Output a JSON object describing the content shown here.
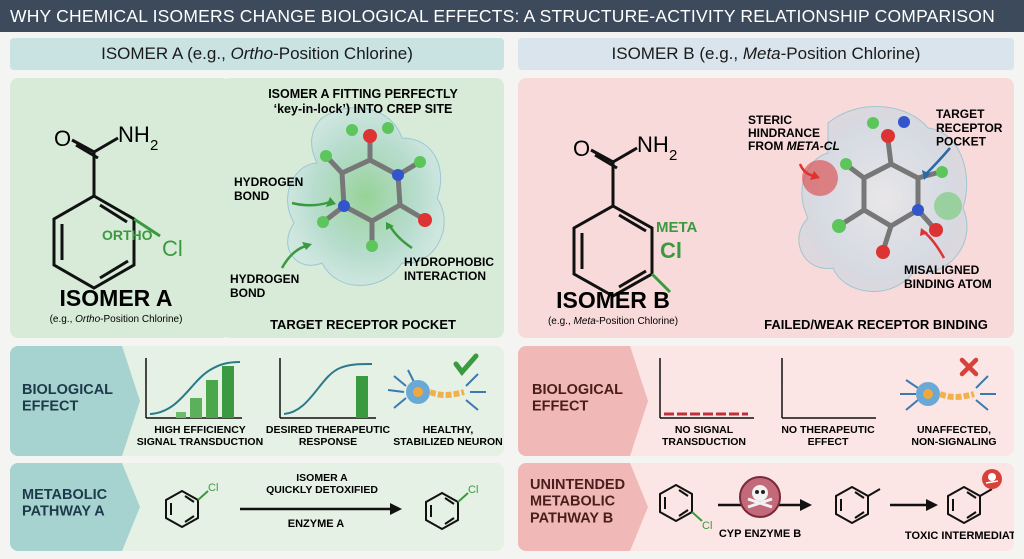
{
  "title": "WHY CHEMICAL ISOMERS CHANGE BIOLOGICAL EFFECTS: A STRUCTURE-ACTIVITY RELATIONSHIP COMPARISON",
  "isomer_a": {
    "header_prefix": "ISOMER A (e.g., ",
    "header_italic": "Ortho",
    "header_suffix": "-Position Chlorine)",
    "amide_o": "O",
    "amide_n": "NH",
    "amide_sub": "2",
    "position_label": "ORTHO",
    "cl_label": "Cl",
    "name": "ISOMER A",
    "sub_prefix": "(e.g., ",
    "sub_italic": "Ortho",
    "sub_suffix": "-Position Chlorine)",
    "binding_title_line1": "ISOMER A FITTING PERFECTLY",
    "binding_title_line2": "‘key-in-lock’) INTO CREP SITE",
    "hbond_1": "HYDROGEN\nBOND",
    "hbond_2": "HYDROGEN\nBOND",
    "hydrophobic": "HYDROPHOBIC\nINTERACTION",
    "pocket_caption": "TARGET RECEPTOR POCKET",
    "effect_label": "BIOLOGICAL\nEFFECT",
    "effect_items": [
      {
        "caption": "HIGH EFFICIENCY\nSIGNAL TRANSDUCTION"
      },
      {
        "caption": "DESIRED THERAPEUTIC\nRESPONSE"
      },
      {
        "caption": "HEALTHY,\nSTABILIZED NEURON"
      }
    ],
    "metabolic_label": "METABOLIC\nPATHWAY A",
    "cl_small": "Cl",
    "arrow_top": "ISOMER A\nQUICKLY DETOXIFIED",
    "arrow_bottom": "ENZYME A",
    "status_icon": "check-icon",
    "accent": "#3a9a3f"
  },
  "isomer_b": {
    "header_prefix": "ISOMER B (e.g., ",
    "header_italic": "Meta",
    "header_suffix": "-Position Chlorine)",
    "amide_o": "O",
    "amide_n": "NH",
    "amide_sub": "2",
    "position_label": "META",
    "cl_label": "Cl",
    "name": "ISOMER B",
    "sub_prefix": "(e.g., ",
    "sub_italic": "Meta",
    "sub_suffix": "-Position Chlorine)",
    "steric_line1": "STERIC",
    "steric_line2": "HINDRANCE",
    "steric_line3": "FROM ",
    "steric_italic": "META-CL",
    "target_pocket": "TARGET\nRECEPTOR\nPOCKET",
    "misaligned": "MISALIGNED\nBINDING ATOM",
    "pocket_caption": "FAILED/WEAK RECEPTOR BINDING",
    "effect_label": "BIOLOGICAL\nEFFECT",
    "effect_items": [
      {
        "caption": "NO SIGNAL\nTRANSDUCTION"
      },
      {
        "caption": "NO THERAPEUTIC\nEFFECT"
      },
      {
        "caption": "UNAFFECTED,\nNON-SIGNALING"
      }
    ],
    "metabolic_label": "UNINTENDED\nMETABOLIC\nPATHWAY B",
    "cl_small": "Cl",
    "enzyme": "CYP ENZYME B",
    "toxic": "TOXIC INTERMEDIATE",
    "status_icon": "cross-icon",
    "accent": "#d8403a"
  },
  "colors": {
    "title_bg": "#3c4a5c",
    "green": "#3a9a3f",
    "red": "#d8403a",
    "teal": "#2a7a8a"
  }
}
